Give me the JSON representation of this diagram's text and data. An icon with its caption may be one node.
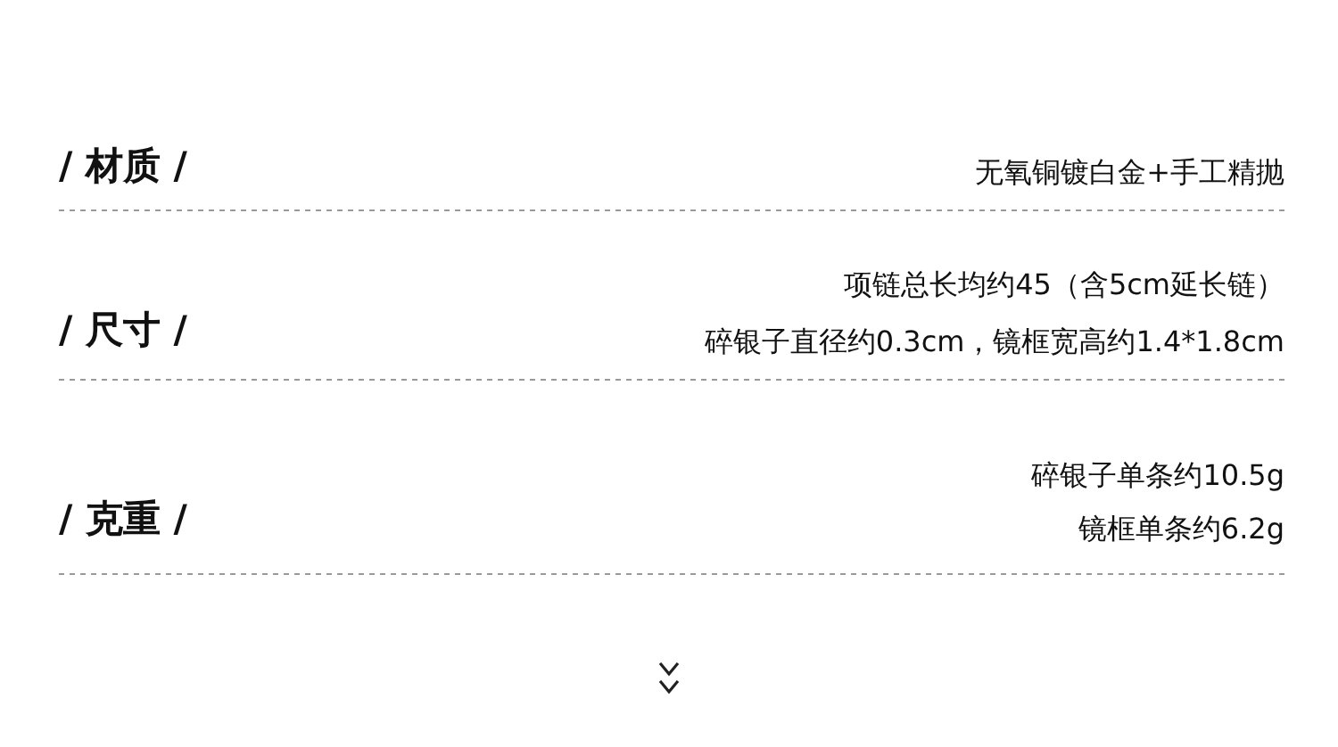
{
  "diagram": {
    "labels": [
      "/ 材质 /",
      "无氧铜镀白金+手工精抛",
      "/ 尺寸 /",
      "项链总长均约45（含5cm延长链）",
      "碎银子直径约0.3cm，镜框宽高约1.4*1.8cm",
      "/ 克重 /",
      "碎银子单条约10.5g",
      "镜框单条约6.2g"
    ]
  }
}
